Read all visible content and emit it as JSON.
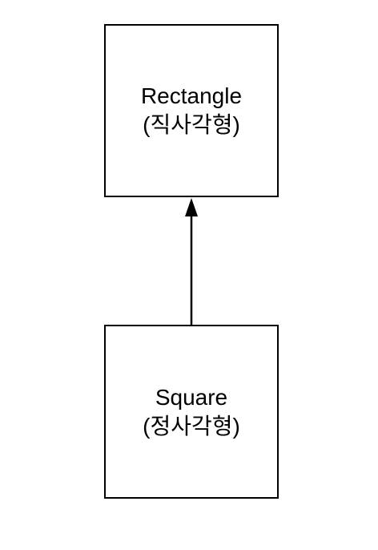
{
  "diagram": {
    "parent_class": {
      "name": "Rectangle",
      "subtitle": "(직사각형)"
    },
    "child_class": {
      "name": "Square",
      "subtitle": "(정사각형)"
    },
    "relationship": "inheritance"
  }
}
